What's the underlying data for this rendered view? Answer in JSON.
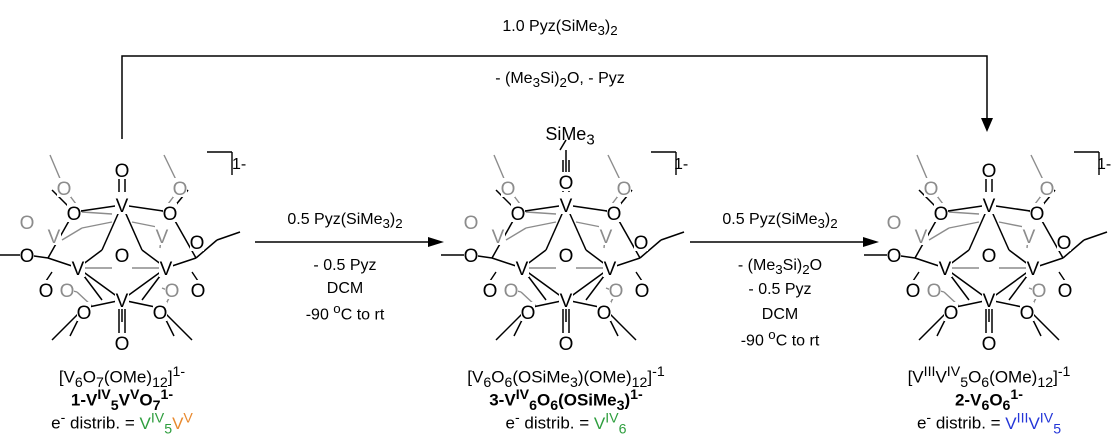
{
  "top_reaction": {
    "reagent": "1.0 Pyz(SiMe3)2",
    "byproducts": "- (Me3Si)2O, - Pyz"
  },
  "step1": {
    "reagent": "0.5 Pyz(SiMe3)2",
    "byproduct": "- 0.5 Pyz",
    "solvent": "DCM",
    "temperature": "-90 oC to rt"
  },
  "step2": {
    "reagent": "0.5 Pyz(SiMe3)2",
    "byproduct1": "- (Me3Si)2O",
    "byproduct2": "- 0.5 Pyz",
    "solvent": "DCM",
    "temperature": "-90 oC to rt"
  },
  "compounds": [
    {
      "formula": "[V6O7(OMe)12]1-",
      "label": "1-VIV5VVO71-",
      "distribution": "e- distrib. = VIV5VV",
      "charge": "1-"
    },
    {
      "formula": "[V6O6(OSiMe3)(OMe)12]-1",
      "label": "3-VIV6O6(OSiMe3)1-",
      "distribution": "e- distrib. = VIV6",
      "charge": "1-",
      "substituent": "SiMe3"
    },
    {
      "formula": "[VIIIVIV5O6(OMe)12]-1",
      "label": "2-V6O61-",
      "distribution": "e- distrib. = VIIIVIV5",
      "charge": "1-"
    }
  ],
  "atoms": {
    "vanadium": "V",
    "oxygen": "O"
  },
  "colors": {
    "green": "#2e9e3e",
    "orange": "#e8892e",
    "blue": "#2436d8"
  }
}
